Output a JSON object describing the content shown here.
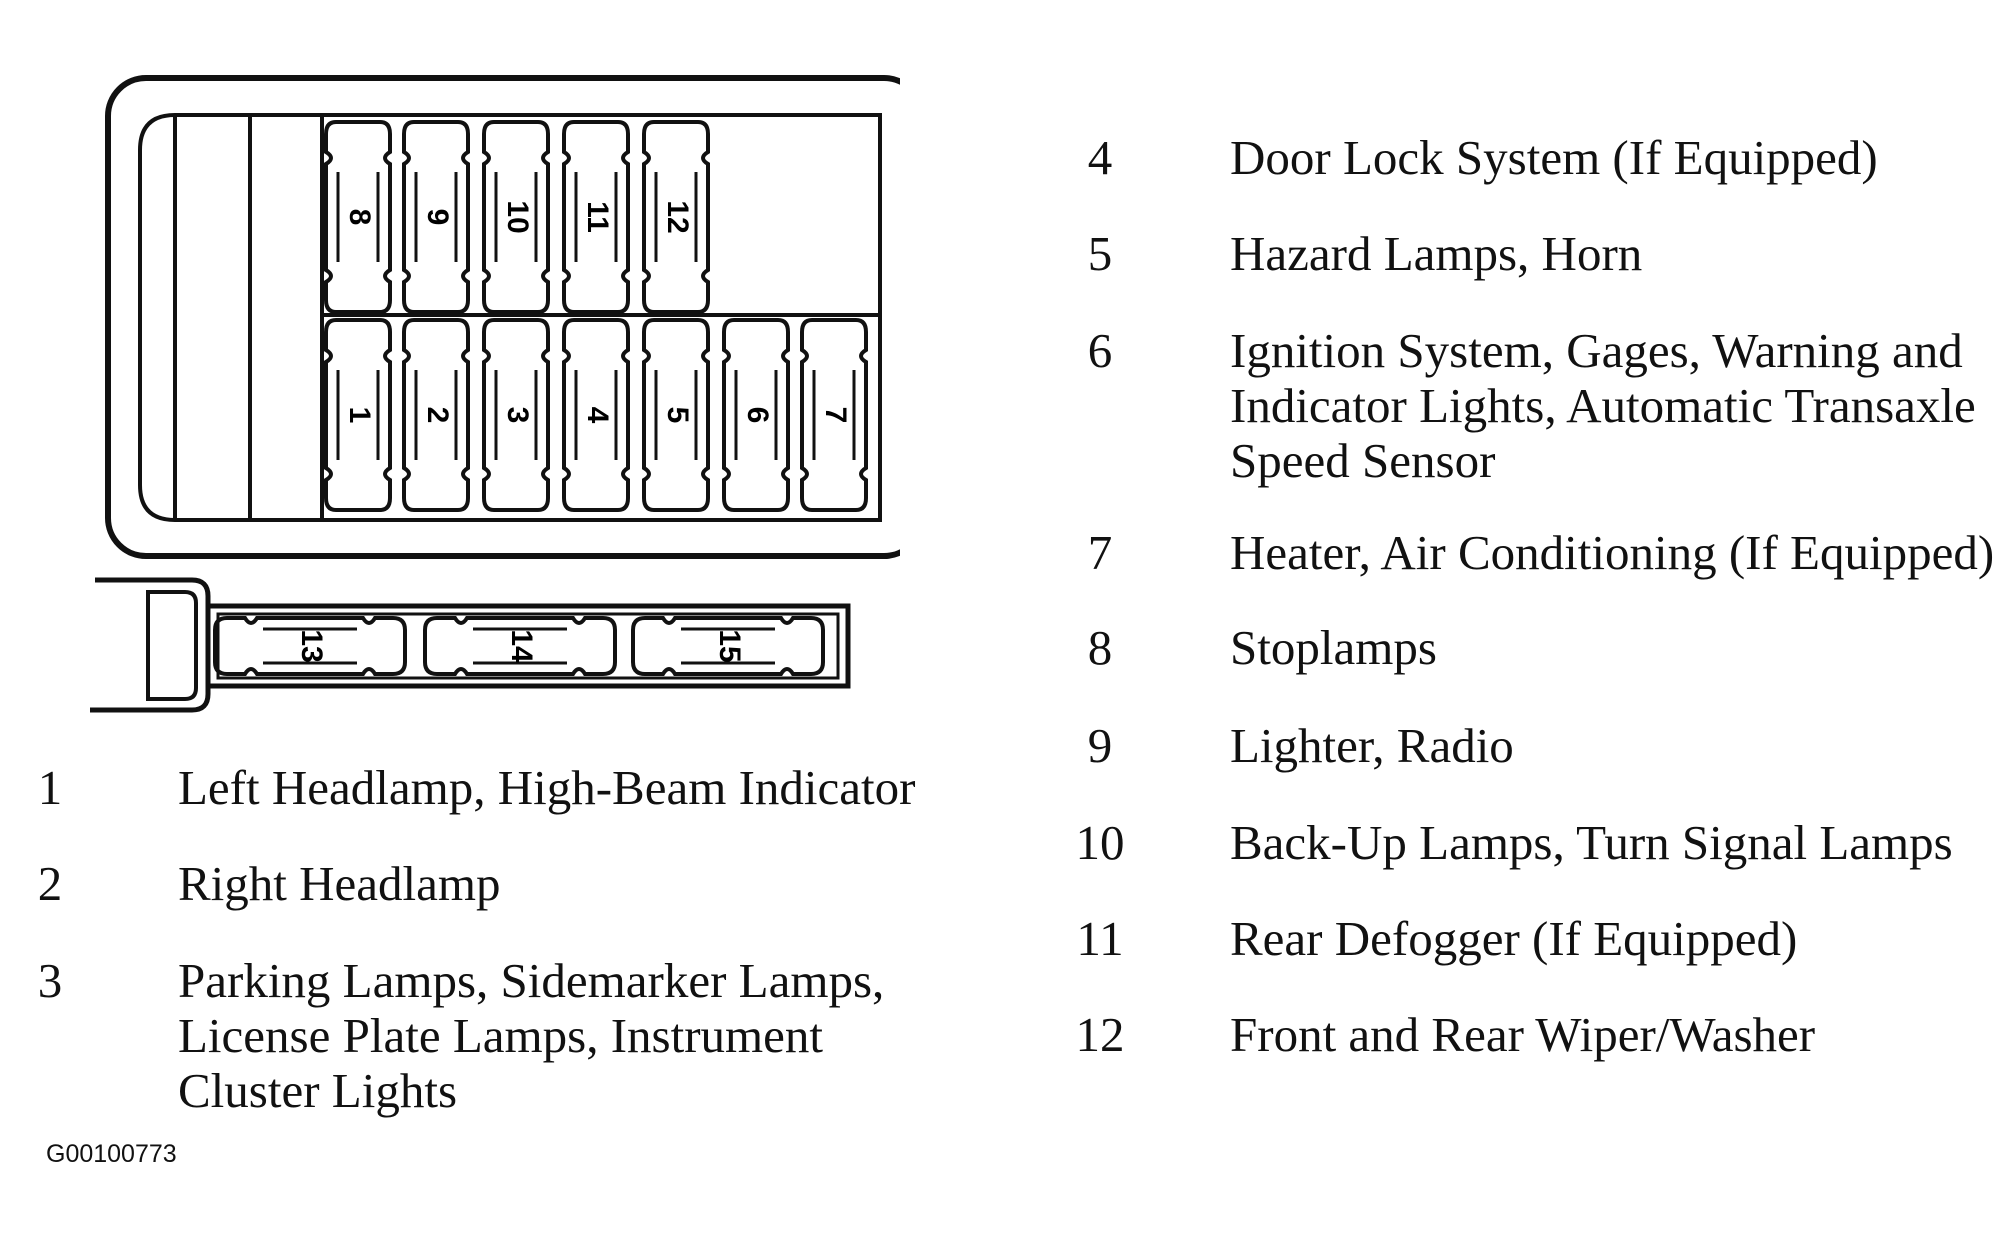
{
  "fuses": [
    {
      "number": "1"
    },
    {
      "number": "2"
    },
    {
      "number": "3"
    },
    {
      "number": "4"
    },
    {
      "number": "5"
    },
    {
      "number": "6"
    },
    {
      "number": "7"
    },
    {
      "number": "8"
    },
    {
      "number": "9"
    },
    {
      "number": "10"
    },
    {
      "number": "11"
    },
    {
      "number": "12"
    },
    {
      "number": "13"
    },
    {
      "number": "14"
    },
    {
      "number": "15"
    }
  ],
  "legend_left": [
    {
      "number": "1",
      "lines": [
        "Left Headlamp, High-Beam Indicator"
      ]
    },
    {
      "number": "2",
      "lines": [
        "Right Headlamp"
      ]
    },
    {
      "number": "3",
      "lines": [
        "Parking Lamps, Sidemarker Lamps,",
        "License Plate Lamps, Instrument",
        "Cluster Lights"
      ]
    }
  ],
  "legend_right": [
    {
      "number": "4",
      "lines": [
        "Door Lock System (If Equipped)"
      ]
    },
    {
      "number": "5",
      "lines": [
        "Hazard Lamps, Horn"
      ]
    },
    {
      "number": "6",
      "lines": [
        "Ignition System, Gages, Warning and",
        "Indicator Lights, Automatic Transaxle",
        "Speed Sensor"
      ]
    },
    {
      "number": "7",
      "lines": [
        "Heater, Air Conditioning (If Equipped)"
      ]
    },
    {
      "number": "8",
      "lines": [
        "Stoplamps"
      ]
    },
    {
      "number": "9",
      "lines": [
        "Lighter, Radio"
      ]
    },
    {
      "number": "10",
      "lines": [
        "Back-Up Lamps, Turn Signal Lamps"
      ]
    },
    {
      "number": "11",
      "lines": [
        "Rear Defogger (If Equipped)"
      ]
    },
    {
      "number": "12",
      "lines": [
        "Front and Rear Wiper/Washer"
      ]
    }
  ],
  "figure_id": "G00100773"
}
